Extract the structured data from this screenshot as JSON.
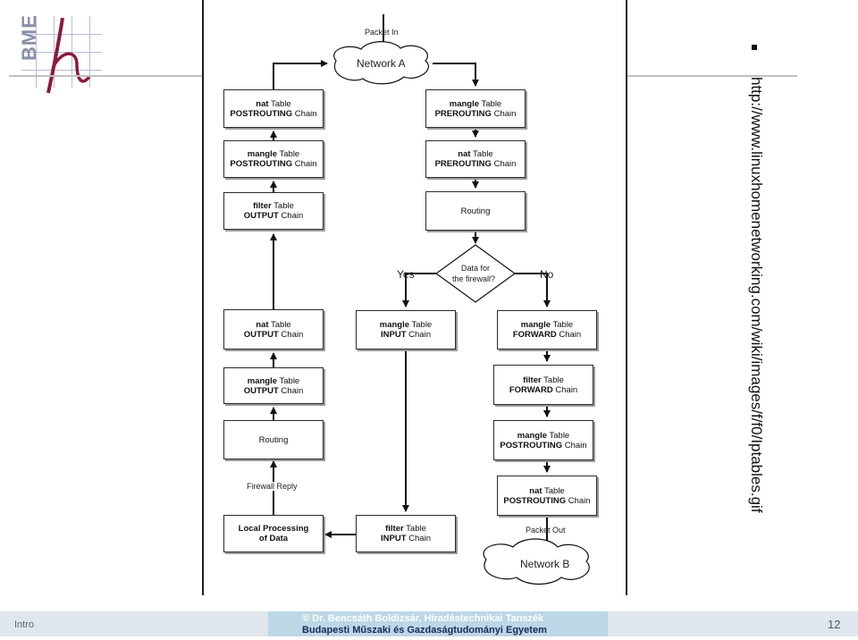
{
  "logo": {
    "text": "BME"
  },
  "diagram": {
    "network_a": "Network A",
    "network_b": "Network B",
    "packet_in": "Packet In",
    "packet_out": "Packet Out",
    "yes": "Yes",
    "no": "No",
    "firewall_reply": "Firewall Reply",
    "decision": [
      "Data for",
      "the firewall?"
    ],
    "boxes": {
      "nat_postrouting_left": {
        "bold": "nat",
        "table": " Table",
        "chain_bold": "POSTROUTING",
        "chain": " Chain"
      },
      "mangle_postrouting_left": {
        "bold": "mangle",
        "table": " Table",
        "chain_bold": "POSTROUTING",
        "chain": " Chain"
      },
      "filter_output": {
        "bold": "filter",
        "table": " Table",
        "chain_bold": "OUTPUT",
        "chain": " Chain"
      },
      "nat_output": {
        "bold": "nat",
        "table": " Table",
        "chain_bold": "OUTPUT",
        "chain": " Chain"
      },
      "mangle_output": {
        "bold": "mangle",
        "table": " Table",
        "chain_bold": "OUTPUT",
        "chain": " Chain"
      },
      "routing_left": {
        "text": "Routing"
      },
      "local_processing": {
        "line1": "Local Processing",
        "line2": "of Data"
      },
      "mangle_prerouting": {
        "bold": "mangle",
        "table": " Table",
        "chain_bold": "PREROUTING",
        "chain": " Chain"
      },
      "nat_prerouting": {
        "bold": "nat",
        "table": " Table",
        "chain_bold": "PREROUTING",
        "chain": " Chain"
      },
      "routing_right": {
        "text": "Routing"
      },
      "mangle_input": {
        "bold": "mangle",
        "table": " Table",
        "chain_bold": "INPUT",
        "chain": " Chain"
      },
      "filter_input": {
        "bold": "filter",
        "table": " Table",
        "chain_bold": "INPUT",
        "chain": " Chain"
      },
      "mangle_forward": {
        "bold": "mangle",
        "table": " Table",
        "chain_bold": "FORWARD",
        "chain": " Chain"
      },
      "filter_forward": {
        "bold": "filter",
        "table": " Table",
        "chain_bold": "FORWARD",
        "chain": " Chain"
      },
      "mangle_postrouting_right": {
        "bold": "mangle",
        "table": " Table",
        "chain_bold": "POSTROUTING",
        "chain": " Chain"
      },
      "nat_postrouting_right": {
        "bold": "nat",
        "table": " Table",
        "chain_bold": "POSTROUTING",
        "chain": " Chain"
      }
    }
  },
  "url": "http://www.linuxhomenetworking.com/wiki/images/f/f0/Iptables.gif",
  "footer": {
    "left": "Intro",
    "copyright": "©  Dr. Bencsáth Boldizsár, Híradástechnikai Tanszék",
    "university": "Budapesti Műszaki és Gazdaságtudományi Egyetem",
    "page": "12"
  }
}
